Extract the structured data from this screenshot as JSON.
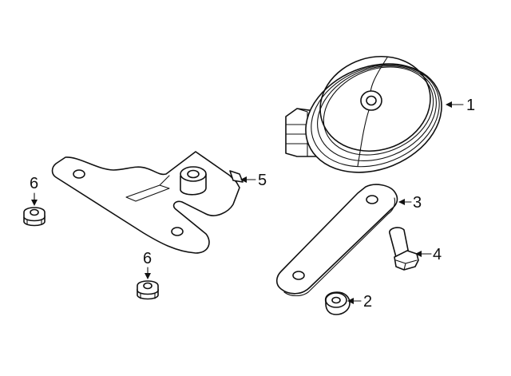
{
  "diagram": {
    "callouts": [
      {
        "id": "horn",
        "label": "1"
      },
      {
        "id": "nut-bottom",
        "label": "2"
      },
      {
        "id": "strap-bracket",
        "label": "3"
      },
      {
        "id": "bolt",
        "label": "4"
      },
      {
        "id": "mount-bracket",
        "label": "5"
      },
      {
        "id": "nut-left",
        "label": "6"
      },
      {
        "id": "nut-center",
        "label": "6"
      }
    ],
    "colors": {
      "line": "#111111",
      "background": "#ffffff"
    }
  }
}
